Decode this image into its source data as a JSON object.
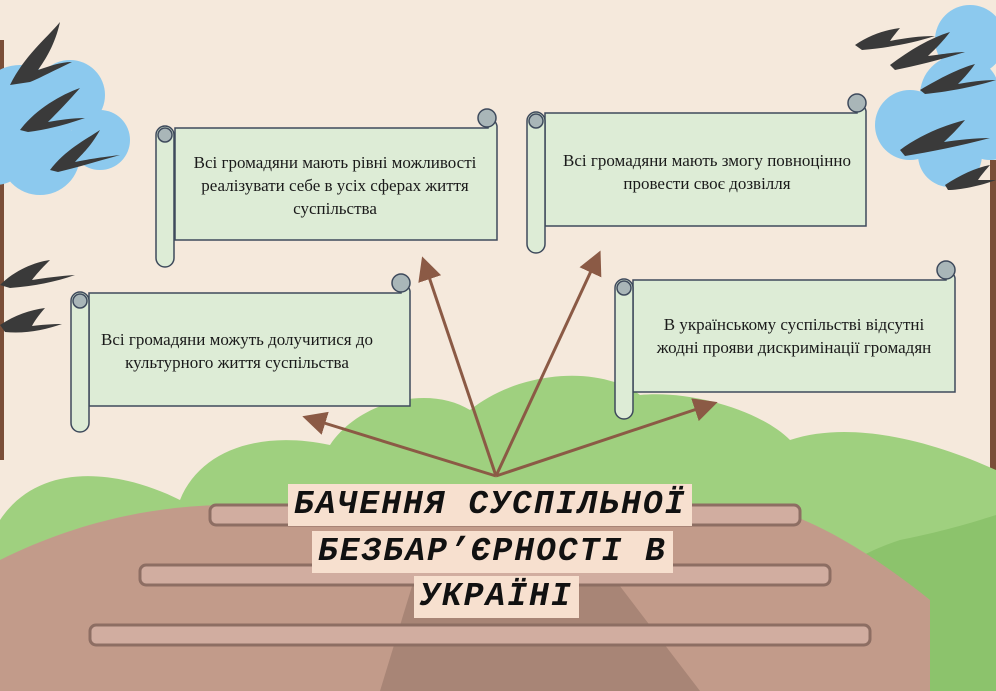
{
  "title": {
    "lines": [
      "БАЧЕННЯ СУСПІЛЬНОЇ",
      "БЕЗБАР’ЄРНОСТІ В",
      "УКРАЇНІ"
    ]
  },
  "scrolls": [
    {
      "text": "Всі громадяни мають рівні можливості реалізувати себе в усіх сферах життя суспільства"
    },
    {
      "text": "Всі громадяни мають змогу повноцінно провести своє дозвілля"
    },
    {
      "text": "Всі громадяни можуть долучитися до культурного життя суспільства"
    },
    {
      "text": "В українському суспільстві відсутні жодні прояви дискримінації громадян"
    }
  ],
  "colors": {
    "background": "#f5e9dc",
    "scroll_fill": "#ddecd6",
    "scroll_border": "#3e4a5c",
    "arrow": "#8b5a45",
    "grass": "#9fd07f",
    "cloud": "#8cc9ee",
    "bird": "#3a3a3a",
    "path": "#c29b8a"
  },
  "icons": [
    "bird-icon",
    "cloud-icon",
    "scroll-icon",
    "arrow-icon"
  ]
}
